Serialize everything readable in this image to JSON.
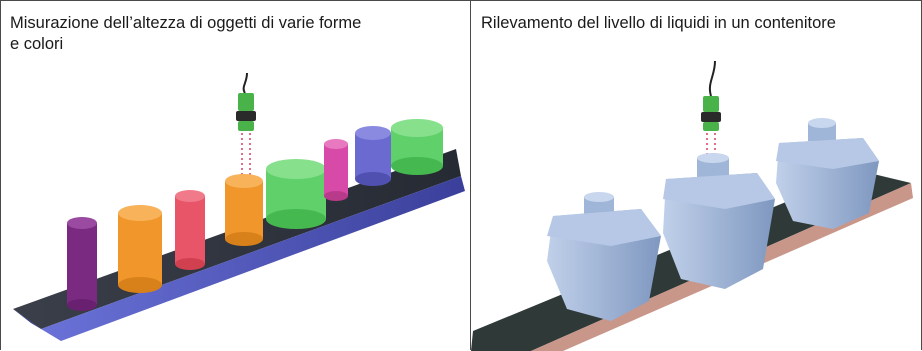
{
  "panels": {
    "left": {
      "caption_line1": "Misurazione dell’altezza di oggetti di varie forme",
      "caption_line2": "e colori"
    },
    "right": {
      "caption": "Rilevamento del livello di liquidi in un contenitore"
    }
  },
  "illustrations": {
    "left": {
      "icons": [
        "sensor-icon",
        "conveyor-belt-icon",
        "cylinder-icon"
      ],
      "object_colors": [
        "#7a2a80",
        "#f0962a",
        "#e85468",
        "#f0962a",
        "#5fd06a",
        "#d84aa8",
        "#6a6ad0",
        "#5fd06a"
      ],
      "belt_color": "#2f3440",
      "rail_color": "#4a52b8"
    },
    "right": {
      "icons": [
        "sensor-icon",
        "conveyor-belt-icon",
        "bottle-icon"
      ],
      "object_color": "#9fb6d8",
      "belt_color": "#2f3a38",
      "rail_color": "#c9968a"
    }
  }
}
